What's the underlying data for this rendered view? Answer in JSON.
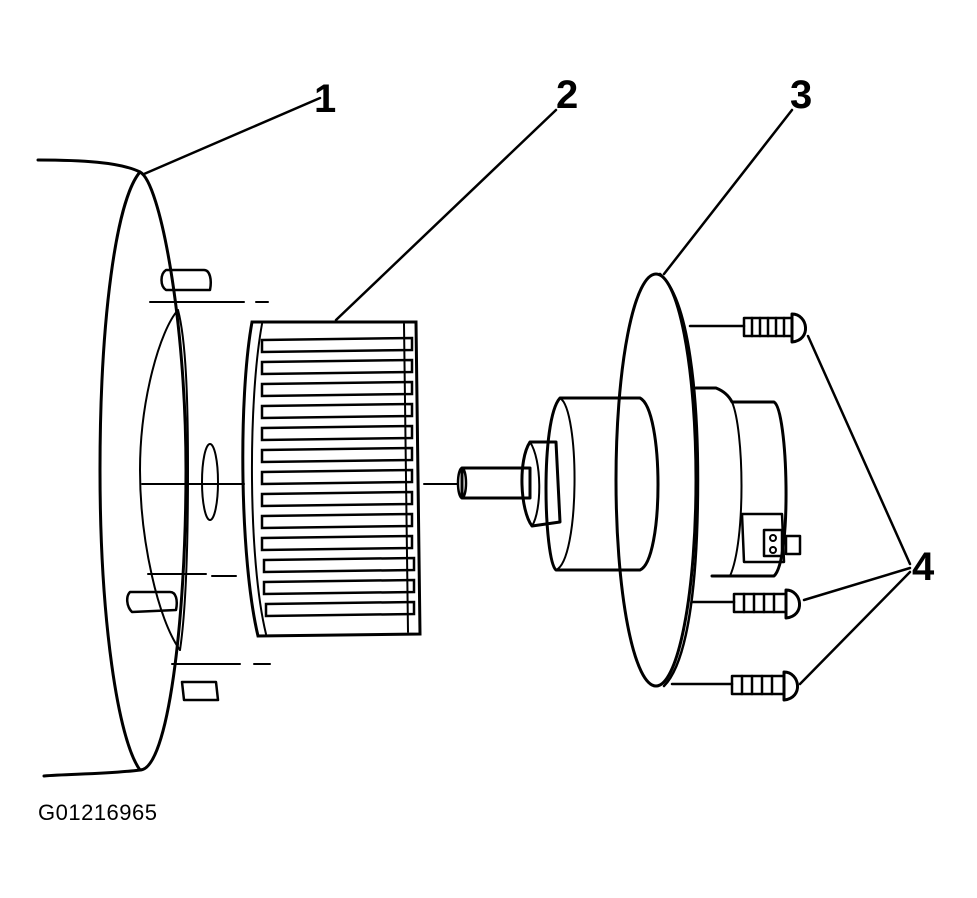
{
  "diagram": {
    "callouts": [
      {
        "id": "1",
        "label": "1"
      },
      {
        "id": "2",
        "label": "2"
      },
      {
        "id": "3",
        "label": "3"
      },
      {
        "id": "4",
        "label": "4"
      }
    ],
    "figure_id": "G01216965",
    "colors": {
      "line": "#000000",
      "background": "#ffffff"
    }
  }
}
